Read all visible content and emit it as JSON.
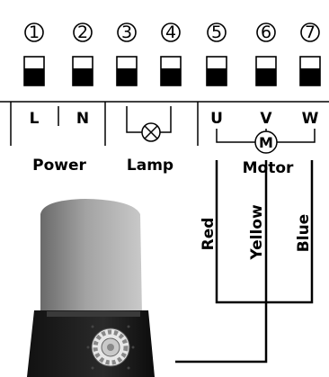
{
  "terminals": [
    {
      "number": "1"
    },
    {
      "number": "2"
    },
    {
      "number": "3"
    },
    {
      "number": "4"
    },
    {
      "number": "5"
    },
    {
      "number": "6"
    },
    {
      "number": "7"
    }
  ],
  "terminal_letters": [
    "L",
    "N",
    "U",
    "V",
    "W"
  ],
  "captions": {
    "power": "Power",
    "lamp": "Lamp",
    "motor": "Motor",
    "motor_symbol": "M"
  },
  "wires": {
    "red": "Red",
    "yellow": "Yellow",
    "blue": "Blue"
  }
}
